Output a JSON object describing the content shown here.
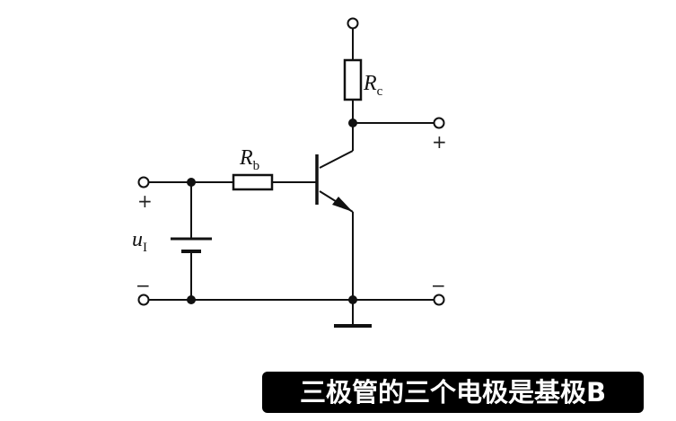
{
  "labels": {
    "rc": "R",
    "rc_sub": "c",
    "rb": "R",
    "rb_sub": "b",
    "ui": "u",
    "ui_sub": "I",
    "plus_left": "+",
    "plus_right": "+",
    "minus_left": "−",
    "minus_right": "−"
  },
  "caption": "三极管的三个电极是基极B",
  "colors": {
    "line": "#111111",
    "caption_bg": "#000000",
    "caption_text": "#ffffff"
  }
}
